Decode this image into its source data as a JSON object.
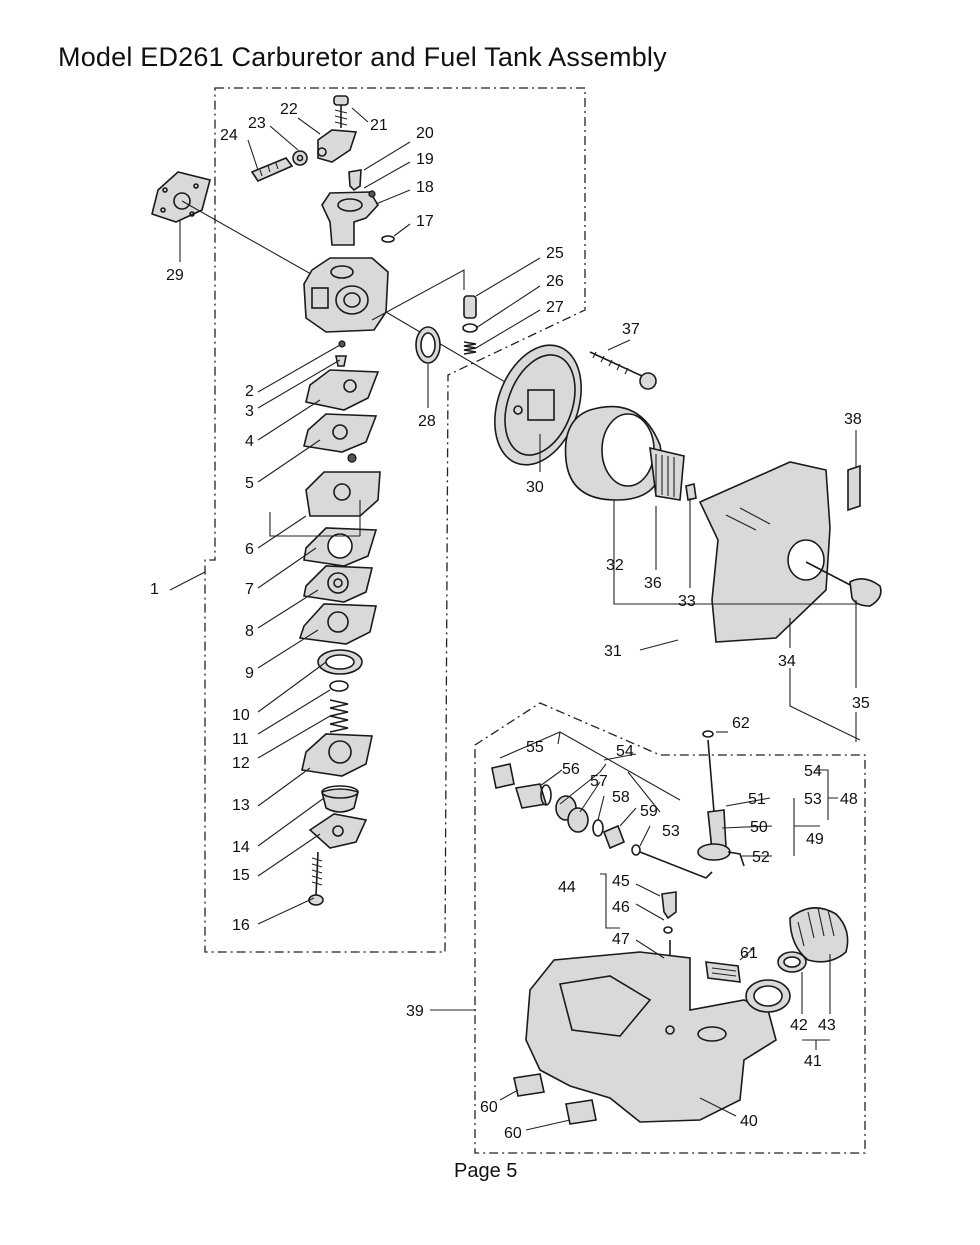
{
  "title": "Model ED261 Carburetor and Fuel Tank Assembly",
  "footer": "Page 5",
  "callouts": [
    {
      "id": "c1",
      "label": "1"
    },
    {
      "id": "c2",
      "label": "2"
    },
    {
      "id": "c3",
      "label": "3"
    },
    {
      "id": "c4",
      "label": "4"
    },
    {
      "id": "c5",
      "label": "5"
    },
    {
      "id": "c6",
      "label": "6"
    },
    {
      "id": "c7",
      "label": "7"
    },
    {
      "id": "c8",
      "label": "8"
    },
    {
      "id": "c9",
      "label": "9"
    },
    {
      "id": "c10",
      "label": "10"
    },
    {
      "id": "c11",
      "label": "11"
    },
    {
      "id": "c12",
      "label": "12"
    },
    {
      "id": "c13",
      "label": "13"
    },
    {
      "id": "c14",
      "label": "14"
    },
    {
      "id": "c15",
      "label": "15"
    },
    {
      "id": "c16",
      "label": "16"
    },
    {
      "id": "c17",
      "label": "17"
    },
    {
      "id": "c18",
      "label": "18"
    },
    {
      "id": "c19",
      "label": "19"
    },
    {
      "id": "c20",
      "label": "20"
    },
    {
      "id": "c21",
      "label": "21"
    },
    {
      "id": "c22",
      "label": "22"
    },
    {
      "id": "c23",
      "label": "23"
    },
    {
      "id": "c24",
      "label": "24"
    },
    {
      "id": "c25",
      "label": "25"
    },
    {
      "id": "c26",
      "label": "26"
    },
    {
      "id": "c27",
      "label": "27"
    },
    {
      "id": "c28",
      "label": "28"
    },
    {
      "id": "c29",
      "label": "29"
    },
    {
      "id": "c30",
      "label": "30"
    },
    {
      "id": "c31",
      "label": "31"
    },
    {
      "id": "c32",
      "label": "32"
    },
    {
      "id": "c33",
      "label": "33"
    },
    {
      "id": "c34",
      "label": "34"
    },
    {
      "id": "c35",
      "label": "35"
    },
    {
      "id": "c36",
      "label": "36"
    },
    {
      "id": "c37",
      "label": "37"
    },
    {
      "id": "c38",
      "label": "38"
    },
    {
      "id": "c39",
      "label": "39"
    },
    {
      "id": "c40",
      "label": "40"
    },
    {
      "id": "c41",
      "label": "41"
    },
    {
      "id": "c42",
      "label": "42"
    },
    {
      "id": "c43",
      "label": "43"
    },
    {
      "id": "c44",
      "label": "44"
    },
    {
      "id": "c45",
      "label": "45"
    },
    {
      "id": "c46",
      "label": "46"
    },
    {
      "id": "c47",
      "label": "47"
    },
    {
      "id": "c48",
      "label": "48"
    },
    {
      "id": "c49",
      "label": "49"
    },
    {
      "id": "c50",
      "label": "50"
    },
    {
      "id": "c51",
      "label": "51"
    },
    {
      "id": "c52",
      "label": "52"
    },
    {
      "id": "c53a",
      "label": "53"
    },
    {
      "id": "c53b",
      "label": "53"
    },
    {
      "id": "c54a",
      "label": "54"
    },
    {
      "id": "c54b",
      "label": "54"
    },
    {
      "id": "c55",
      "label": "55"
    },
    {
      "id": "c56",
      "label": "56"
    },
    {
      "id": "c57",
      "label": "57"
    },
    {
      "id": "c58",
      "label": "58"
    },
    {
      "id": "c59",
      "label": "59"
    },
    {
      "id": "c60a",
      "label": "60"
    },
    {
      "id": "c60b",
      "label": "60"
    },
    {
      "id": "c61",
      "label": "61"
    },
    {
      "id": "c62",
      "label": "62"
    }
  ]
}
